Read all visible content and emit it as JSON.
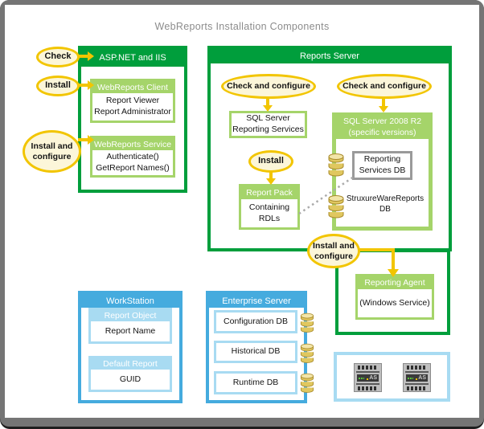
{
  "title": "WebReports Installation Components",
  "colors": {
    "dark_green": "#009E3C",
    "light_green": "#A5D46A",
    "yellow": "#F2C500",
    "yellow_fill": "#FCF6D9",
    "blue": "#45ABDE",
    "light_blue": "#A8DBF2",
    "gray_box_border": "#9A9A9A",
    "db_gold": "#E0C75F",
    "frame_gray": "#757575",
    "title_gray": "#8C8C8C"
  },
  "ellipses": {
    "check": "Check",
    "install_client": "Install",
    "install_configure_left": [
      "Install and",
      "configure"
    ],
    "check_configure_left": "Check and configure",
    "check_configure_right": "Check and configure",
    "install_pack": "Install",
    "install_configure_bottom": [
      "Install and",
      "configure"
    ]
  },
  "asp_box": {
    "header": "ASP.NET and IIS",
    "client": {
      "header": "WebReports Client",
      "line1": "Report Viewer",
      "line2": "Report Administrator"
    },
    "service": {
      "header": "WebReports Service",
      "line1": "Authenticate()",
      "line2": "GetReport Names()"
    }
  },
  "reports_server": {
    "header": "Reports Server",
    "ssrs": {
      "line1": "SQL Server",
      "line2": "Reporting Services"
    },
    "sql2008": {
      "header_line1": "SQL Server 2008 R2",
      "header_line2": "(specific versions)",
      "reporting_db": {
        "line1": "Reporting",
        "line2": "Services DB"
      },
      "struxure_db": {
        "line1": "StruxureWareReports",
        "line2": "DB"
      }
    },
    "report_pack": {
      "header": "Report Pack",
      "line1": "Containing",
      "line2": "RDLs"
    },
    "reporting_agent": {
      "header": "Reporting Agent",
      "content": "(Windows Service)"
    }
  },
  "workstation": {
    "header": "WorkStation",
    "report_object": {
      "header": "Report Object",
      "content": "Report Name"
    },
    "default_report": {
      "header": "Default Report",
      "content": "GUID"
    }
  },
  "enterprise_server": {
    "header": "Enterprise Server",
    "databases": [
      {
        "label": "Configuration DB"
      },
      {
        "label": "Historical DB"
      },
      {
        "label": "Runtime DB"
      }
    ]
  },
  "devices": {
    "labels": [
      "AS",
      "AS"
    ]
  }
}
